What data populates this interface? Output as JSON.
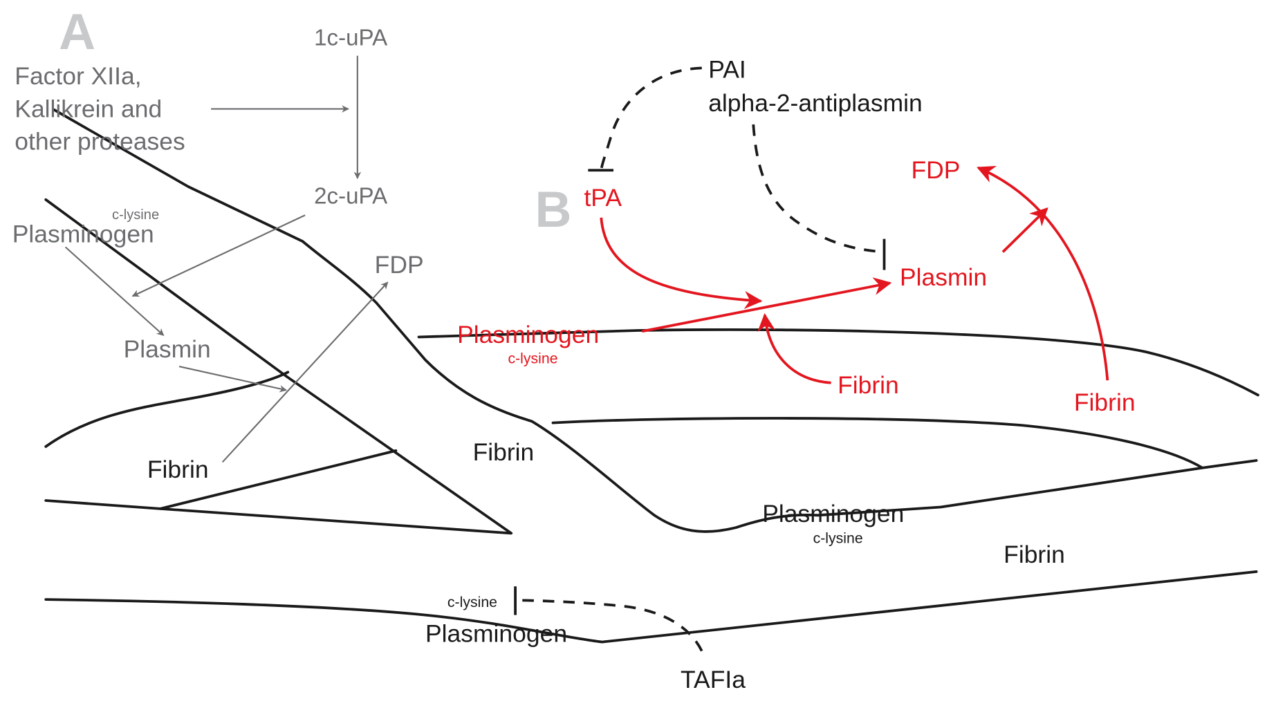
{
  "figure": {
    "panels": [
      "A",
      "B"
    ],
    "panel_a": {
      "activator_1c": "1c-uPA",
      "activator_2c": "2c-uPA",
      "proteases_lines": [
        "Factor XIIa,",
        "Kallikrein and",
        "other proteases"
      ],
      "c_lysine": "c-lysine",
      "plasminogen": "Plasminogen",
      "plasmin": "Plasmin",
      "fdp": "FDP",
      "fibrin": "Fibrin"
    },
    "panel_b": {
      "inhibitor_pai": "PAI",
      "inhibitor_a2ap": "alpha-2-antiplasmin",
      "tpa": "tPA",
      "plasminogen": "Plasminogen",
      "c_lysine": "c-lysine",
      "plasmin": "Plasmin",
      "fdp": "FDP",
      "fibrin_1": "Fibrin",
      "fibrin_2": "Fibrin"
    },
    "regions": {
      "fibrin_center": "Fibrin",
      "fibrin_right": "Fibrin",
      "plasminogen_mid": "Plasminogen",
      "c_lysine_mid": "c-lysine",
      "c_lysine_bottom": "c-lysine",
      "plasminogen_bottom": "Plasminogen",
      "tafia": "TAFIa"
    },
    "colors": {
      "inactive_grey": "#6b6c6e",
      "panel_letter": "#c8c9cb",
      "active_red": "#e3161f",
      "boundary": "#1a1a1a"
    }
  }
}
